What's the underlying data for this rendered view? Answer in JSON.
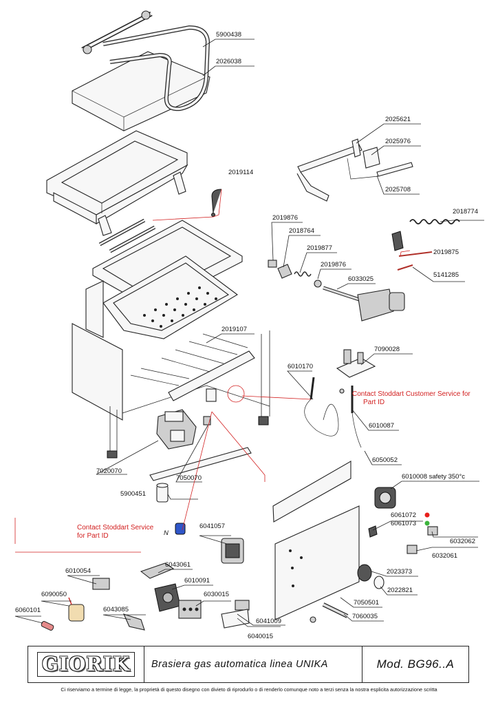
{
  "parts": {
    "p5900438": "5900438",
    "p2026038": "2026038",
    "p2025621": "2025621",
    "p2025976": "2025976",
    "p2025708": "2025708",
    "p2019114": "2019114",
    "p2018774": "2018774",
    "p2019876a": "2019876",
    "p2018764": "2018764",
    "p2019877": "2019877",
    "p2019875": "2019875",
    "p2019876b": "2019876",
    "p5141285": "5141285",
    "p6033025": "6033025",
    "p2019107": "2019107",
    "p7090028": "7090028",
    "p6010170": "6010170",
    "p6010087": "6010087",
    "p7020070": "7020070",
    "p7050070": "7050070",
    "p6050052": "6050052",
    "p6010008": "6010008 safety 350°c",
    "p5900451": "5900451",
    "p6061072": "6061072",
    "p6061073": "6061073",
    "p6041057": "6041057",
    "p6032062": "6032062",
    "p6032061": "6032061",
    "p6043061": "6043061",
    "p6010054": "6010054",
    "p6010091": "6010091",
    "p2023373": "2023373",
    "p2022821": "2022821",
    "p6090050": "6090050",
    "p6030015": "6030015",
    "p7050501": "7050501",
    "p6060101": "6060101",
    "p6043085": "6043085",
    "p7060035": "7060035",
    "p6041009": "6041009",
    "p6040015": "6040015"
  },
  "notes": {
    "customer_line1": "Contact Stoddart Customer Service for",
    "customer_line2": "Part ID",
    "service_line1": "Contact Stoddart Service",
    "service_line2": "for Part ID",
    "n_marker": "N"
  },
  "indicator_colors": {
    "red": "#e8201c",
    "green": "#3cb43c"
  },
  "title_block": {
    "logo": "GIORIK",
    "description": "Brasiera gas automatica linea UNIKA",
    "model": "Mod. BG96..A"
  },
  "disclaimer": "Ci riserviamo a termine di legge, la proprietà di questo disegno con divieto di riprodurlo o di renderlo comunque noto a terzi senza la nostra esplicita autorizzazione scritta"
}
